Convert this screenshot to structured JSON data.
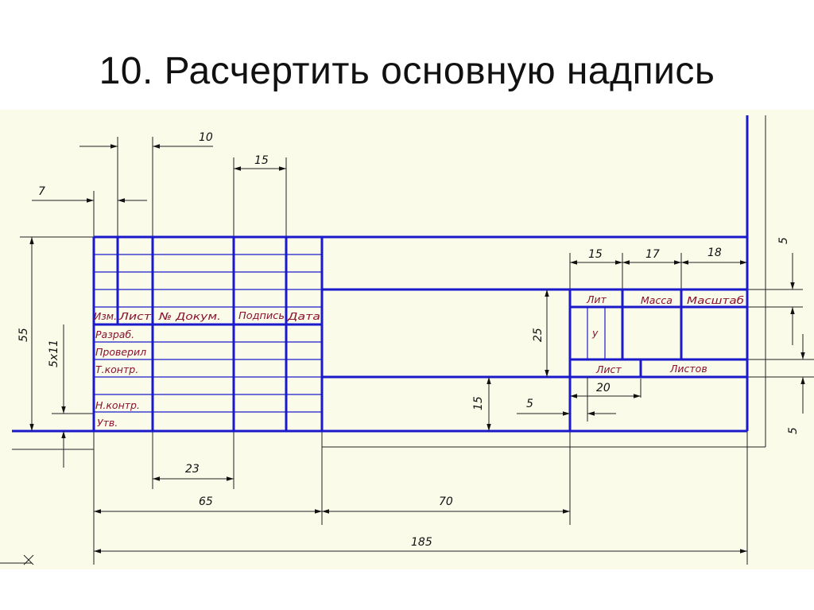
{
  "slide": {
    "title": "10.  Расчертить основную  надпись"
  },
  "labels": {
    "izm": "Изм.",
    "list": "Лист",
    "ndokum": "№ Докум.",
    "podpis": "Подпись",
    "data": "Дата",
    "razrab": "Разраб.",
    "proveril": "Проверил",
    "tkontr": "Т.контр.",
    "nkontr": "Н.контр.",
    "utv": "Утв.",
    "lit": "Лит",
    "massa": "Масса",
    "masshtab": "Масштаб",
    "u": "у",
    "list2": "Лист",
    "listov": "Листов"
  },
  "dims": {
    "d10": "10",
    "d15_top": "15",
    "d7": "7",
    "d55": "55",
    "d5x11": "5х11",
    "d23": "23",
    "d65": "65",
    "d70": "70",
    "d185": "185",
    "d25": "25",
    "d15_mid": "15",
    "d5_mid": "5",
    "d20": "20",
    "d15_r": "15",
    "d17": "17",
    "d18": "18",
    "d5_right_top": "5",
    "d5_right_bottom": "5"
  },
  "colors": {
    "frame": "#1a1acc",
    "labels": "#8b1030",
    "paper": "#fbfbea"
  }
}
